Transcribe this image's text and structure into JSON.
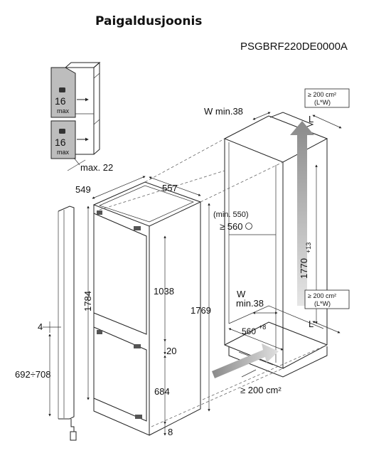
{
  "title": "Paigaldusjoonis",
  "model_code": "PSGBRF220DE0000A",
  "load_badges": [
    {
      "value": "16",
      "unit": "max"
    },
    {
      "value": "16",
      "unit": "max"
    }
  ],
  "dimensions": {
    "max_depth_offset": "max. 22",
    "width_top": "549",
    "depth_top": "557",
    "height_total": "1784",
    "height_upper": "1038",
    "height_cabinet": "1769",
    "gap_middle": "20",
    "height_lower": "684",
    "gap_bottom": "8",
    "hinge_gap": "4",
    "hinge_range": "692÷708",
    "niche_width_min": "W min.38",
    "niche_depth_options": "(min. 550)",
    "niche_depth": "≥ 560",
    "niche_height": "1770",
    "niche_height_tol": "+13",
    "side_width_label": "W",
    "side_width_min": "min.38",
    "niche_bottom_width": "560",
    "niche_bottom_tol": "+8",
    "vent_top_area": "≥ 200 cm²",
    "vent_top_sub": "(L*W)",
    "vent_mid_area": "≥ 200 cm²",
    "vent_mid_sub": "(L*W)",
    "vent_bottom_area": "≥ 200 cm²",
    "length_top": "L",
    "length_bottom": "L"
  }
}
